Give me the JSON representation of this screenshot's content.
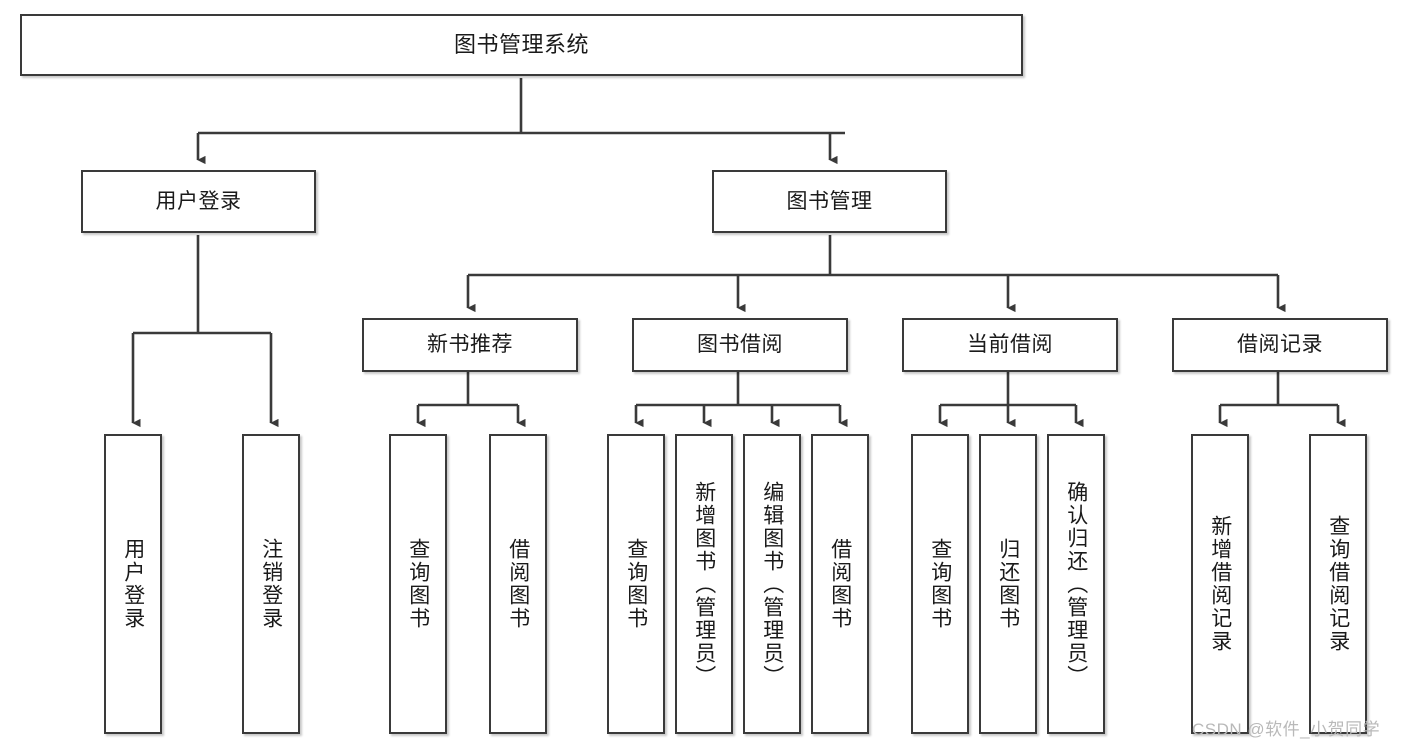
{
  "diagram": {
    "title": "图书管理系统",
    "type": "tree-hierarchy-chart",
    "stroke_color": "#3a3a3a",
    "text_color": "#1a1a1a",
    "background_color": "#ffffff",
    "nodes": {
      "root": {
        "label": "图书管理系统"
      },
      "level2": [
        {
          "id": "user-login",
          "label": "用户登录"
        },
        {
          "id": "book-management",
          "label": "图书管理"
        }
      ],
      "level3": [
        {
          "id": "new-book-recommend",
          "label": "新书推荐"
        },
        {
          "id": "book-borrow",
          "label": "图书借阅"
        },
        {
          "id": "current-borrow",
          "label": "当前借阅"
        },
        {
          "id": "borrow-record",
          "label": "借阅记录"
        }
      ],
      "leaves": {
        "user_login": [
          {
            "id": "leaf-user-login",
            "label": "用户登录"
          },
          {
            "id": "leaf-logout-login",
            "label": "注销登录"
          }
        ],
        "new_book_recommend": [
          {
            "id": "leaf-query-book-1",
            "label": "查询图书"
          },
          {
            "id": "leaf-borrow-book-1",
            "label": "借阅图书"
          }
        ],
        "book_borrow": [
          {
            "id": "leaf-query-book-2",
            "label": "查询图书"
          },
          {
            "id": "leaf-add-book",
            "label": "新增图书（管理员）"
          },
          {
            "id": "leaf-edit-book",
            "label": "编辑图书（管理员）"
          },
          {
            "id": "leaf-borrow-book-2",
            "label": "借阅图书"
          }
        ],
        "current_borrow": [
          {
            "id": "leaf-query-book-3",
            "label": "查询图书"
          },
          {
            "id": "leaf-return-book",
            "label": "归还图书"
          },
          {
            "id": "leaf-confirm-return",
            "label": "确认归还（管理员）"
          }
        ],
        "borrow_record": [
          {
            "id": "leaf-add-borrow-record",
            "label": "新增借阅记录"
          },
          {
            "id": "leaf-query-borrow-record",
            "label": "查询借阅记录"
          }
        ]
      }
    },
    "watermark": "CSDN @软件_小贺同学"
  }
}
